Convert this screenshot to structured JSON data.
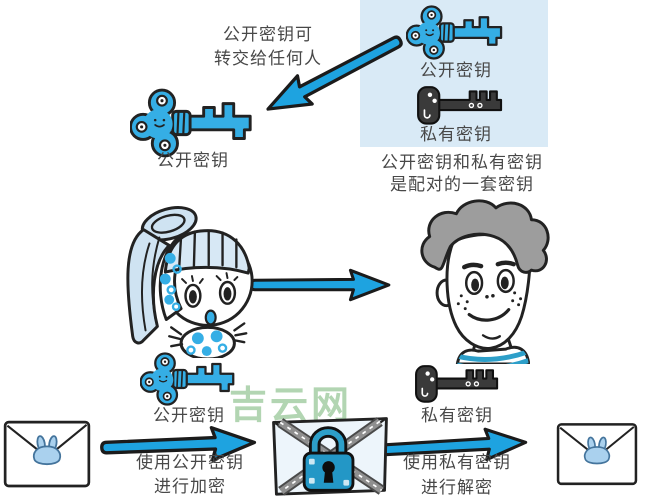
{
  "colors": {
    "arrow": "#1ea3e0",
    "key_blue": "#35aee5",
    "key_black": "#3a3a3a",
    "panel_bg": "#d9eaf6",
    "light_blue": "#cfe3f2",
    "text": "#484848",
    "watermark": "#9fcb9f"
  },
  "top_section": {
    "transfer_note_line1": "公开密钥可",
    "transfer_note_line2": "转交给任何人",
    "copied_key_label": "公开密钥",
    "panel": {
      "public_key_label": "公开密钥",
      "private_key_label": "私有密钥"
    },
    "pair_caption_line1": "公开密钥和私有密钥",
    "pair_caption_line2": "是配对的一套密钥"
  },
  "bottom_section": {
    "public_key_label": "公开密钥",
    "encrypt_note_line1": "使用公开密钥",
    "encrypt_note_line2": "进行加密",
    "private_key_label": "私有密钥",
    "decrypt_note_line1": "使用私有密钥",
    "decrypt_note_line2": "进行解密"
  },
  "watermark": "吉云网"
}
